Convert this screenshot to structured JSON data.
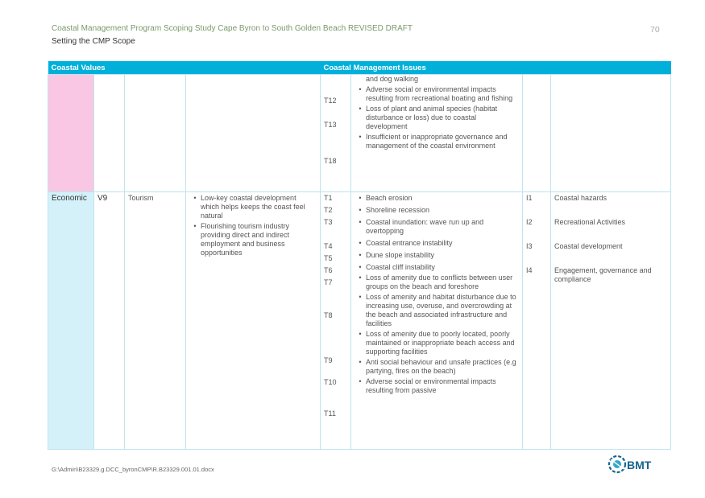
{
  "header": {
    "doc_title": "Coastal Management Program Scoping Study Cape Byron to South Golden Beach REVISED DRAFT",
    "section": "Setting the CMP Scope",
    "page_number": "70"
  },
  "table": {
    "col_values": "Coastal Values",
    "col_issues": "Coastal Management Issues",
    "continuation": {
      "codes": [
        "",
        "T12",
        "T13",
        "T18"
      ],
      "items": [
        "and dog walking",
        "Adverse social or environmental impacts resulting from recreational boating and fishing",
        "Loss of plant and animal species (habitat disturbance or loss) due to coastal development",
        "Insufficient or inappropriate governance and management of the coastal environment"
      ]
    },
    "economic": {
      "category": "Economic",
      "value_code": "V9",
      "value_name": "Tourism",
      "value_points": [
        "Low-key coastal development which helps keeps the coast feel natural",
        "Flourishing tourism industry providing direct and indirect employment and business opportunities"
      ],
      "codes": [
        "T1",
        "T2",
        "T3",
        "T4",
        "T5",
        "T6",
        "T7",
        "T8",
        "T9",
        "T10",
        "T11"
      ],
      "items": [
        "Beach erosion",
        "Shoreline recession",
        "Coastal inundation: wave run up and overtopping",
        "Coastal entrance instability",
        "Dune slope instability",
        "Coastal cliff instability",
        "Loss of amenity due to conflicts between user groups on the beach and foreshore",
        "Loss of amenity and habitat disturbance due to increasing use, overuse, and overcrowding at the beach and associated infrastructure and facilities",
        "Loss of amenity due to poorly located, poorly maintained or inappropriate beach access and supporting facilities",
        "Anti social behaviour and unsafe practices (e.g partying, fires on the beach)",
        "Adverse social or environmental impacts resulting from passive"
      ],
      "issue_codes": [
        "I1",
        "I2",
        "I3",
        "I4"
      ],
      "issue_names": [
        "Coastal hazards",
        "Recreational Activities",
        "Coastal development",
        "Engagement, governance and compliance"
      ]
    }
  },
  "footer": {
    "path": "G:\\Admin\\B23329.g.DCC_byronCMP\\R.B23329.001.01.docx"
  },
  "logo": {
    "text": "BMT",
    "icon": "bmt-globe-icon"
  },
  "colors": {
    "header_cyan": "#00b0da",
    "social_pink": "#f9c7e3",
    "economic_cyan": "#d4f1fa"
  }
}
